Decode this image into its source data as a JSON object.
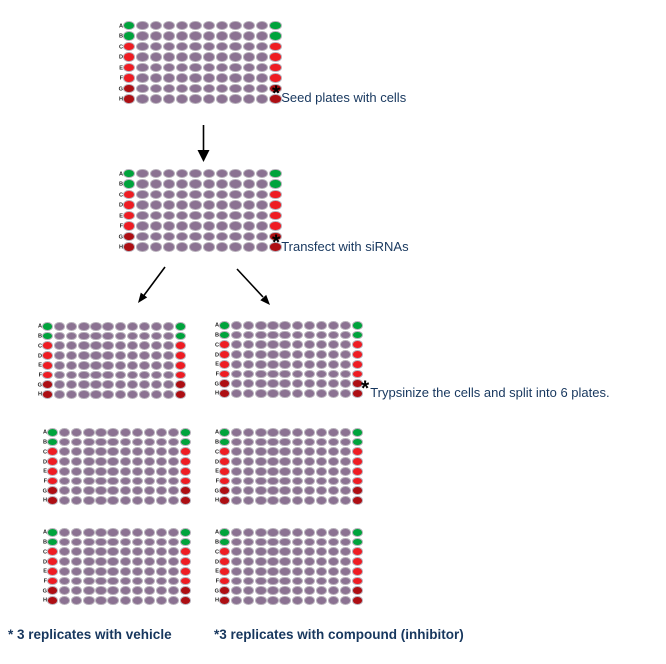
{
  "colors": {
    "green": "#00a33c",
    "red": "#ee1c23",
    "darkred": "#ad0e13",
    "purple": "#8b7292",
    "well_border": "#b9b2bc",
    "note_text": "#17375e",
    "asterisk": "#000000",
    "row_label": "#1f1f1f",
    "arrow": "#000000",
    "background": "#ffffff"
  },
  "plate_row_labels": [
    "A",
    "B",
    "C",
    "D",
    "E",
    "F",
    "G",
    "H"
  ],
  "plate_spec": {
    "rows": 8,
    "cols": 12,
    "edge_row_colors": [
      "green",
      "green",
      "red",
      "red",
      "red",
      "red",
      "darkred",
      "darkred"
    ],
    "body_color": "purple"
  },
  "annotations": {
    "seed": {
      "asterisk": "*",
      "text": "Seed plates with cells"
    },
    "transfect": {
      "asterisk": "*",
      "text": "Transfect with siRNAs"
    },
    "trypsinize": {
      "asterisk": "*",
      "text": "Trypsinize the cells and split into 6 plates."
    },
    "vehicle": {
      "text": "* 3 replicates with vehicle"
    },
    "compound": {
      "text": "*3 replicates with compound (inhibitor)"
    }
  }
}
